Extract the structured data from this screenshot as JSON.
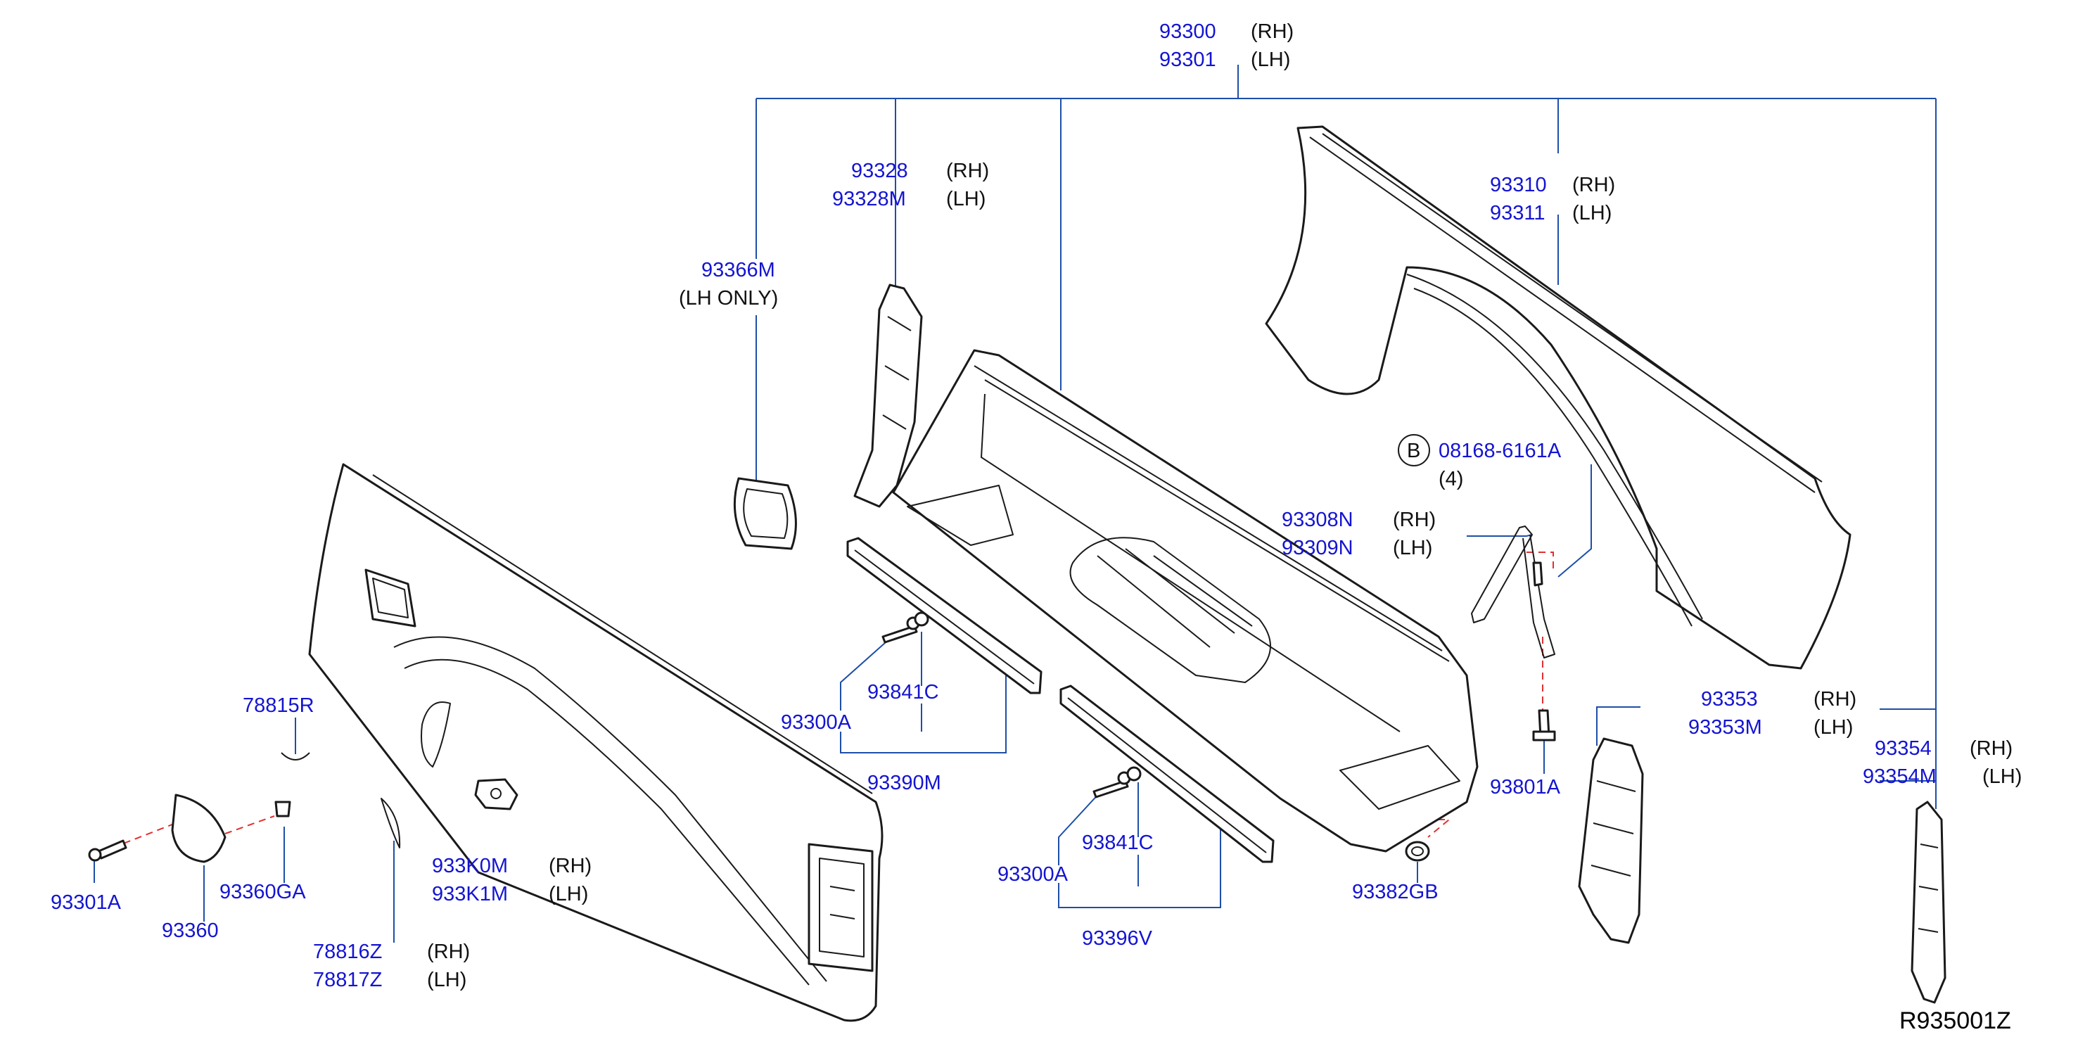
{
  "diagram_title": "",
  "labels": {
    "p93300": "93300",
    "p93300_side": "(RH)",
    "p93301": "93301",
    "p93301_side": "(LH)",
    "p93328": "93328",
    "p93328_side": "(RH)",
    "p93328M": "93328M",
    "p93328M_side": "(LH)",
    "p93366M": "93366M",
    "p93366M_note": "(LH   ONLY)",
    "p93310": "93310",
    "p93310_side": "(RH)",
    "p93311": "93311",
    "p93311_side": "(LH)",
    "bolt_b": "B",
    "p08168": "08168-6161A",
    "p08168_qty": "(4)",
    "p93308N": "93308N",
    "p93308N_side": "(RH)",
    "p93309N": "93309N",
    "p93309N_side": "(LH)",
    "p78815R": "78815R",
    "p93841C_1": "93841C",
    "p93300A_1": "93300A",
    "p93390M": "93390M",
    "p93353": "93353",
    "p93353_side": "(RH)",
    "p93353M": "93353M",
    "p93353M_side": "(LH)",
    "p93354": "93354",
    "p93354_side": "(RH)",
    "p93354M": "93354M",
    "p93354M_side": "(LH)",
    "p93801A": "93801A",
    "p93301A": "93301A",
    "p93360GA": "93360GA",
    "p93360": "93360",
    "p933K0M": "933K0M",
    "p933K0M_side": "(RH)",
    "p933K1M": "933K1M",
    "p933K1M_side": "(LH)",
    "p93841C_2": "93841C",
    "p93300A_2": "93300A",
    "p93396V": "93396V",
    "p93382GB": "93382GB",
    "p78816Z": "78816Z",
    "p78816Z_side": "(RH)",
    "p78817Z": "78817Z",
    "p78817Z_side": "(LH)",
    "ref_code": "R935001Z"
  },
  "colors": {
    "part_number": "#1414d2",
    "leader": "#1e4fa8",
    "dashed_leader": "#e03030",
    "outline": "#1a1a1a"
  }
}
